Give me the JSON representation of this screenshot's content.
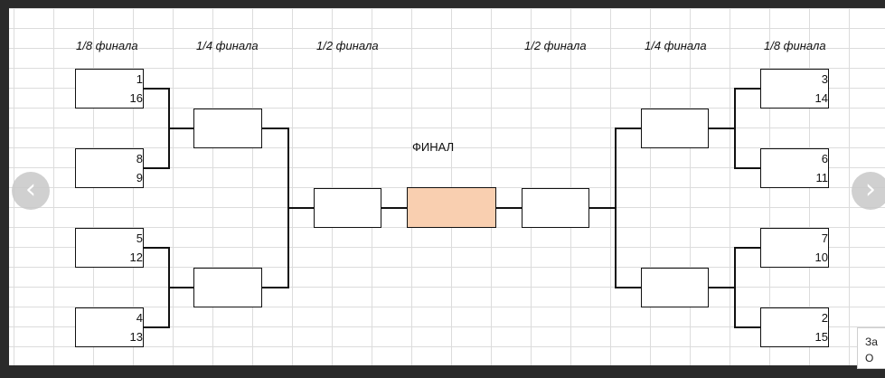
{
  "stages": {
    "left_r16": "1/8 финала",
    "left_qf": "1/4 финала",
    "left_sf": "1/2 финала",
    "right_sf": "1/2 финала",
    "right_qf": "1/4 финала",
    "right_r16": "1/8 финала"
  },
  "final_label": "ФИНАЛ",
  "seeds": {
    "left": [
      [
        "1",
        "16"
      ],
      [
        "8",
        "9"
      ],
      [
        "5",
        "12"
      ],
      [
        "4",
        "13"
      ]
    ],
    "right": [
      [
        "3",
        "14"
      ],
      [
        "6",
        "11"
      ],
      [
        "7",
        "10"
      ],
      [
        "2",
        "15"
      ]
    ]
  },
  "nav": {
    "prev_icon": "chevron-left-icon",
    "next_icon": "chevron-right-icon",
    "prev_glyph": "‹",
    "next_glyph": "›"
  },
  "tooltip": {
    "line1": "За",
    "line2": "О"
  },
  "colors": {
    "final_fill": "#f9cfb0",
    "grid": "#dcdcdc",
    "border": "#111111"
  }
}
